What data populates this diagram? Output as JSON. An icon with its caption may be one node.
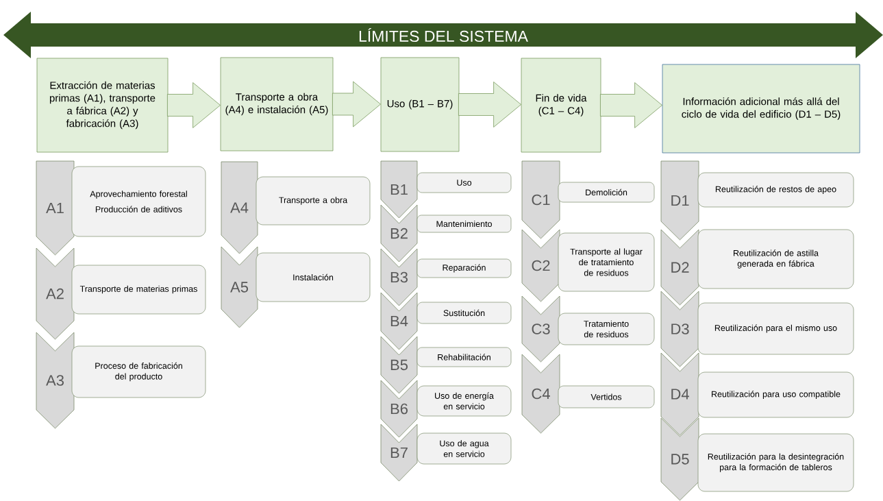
{
  "diagram": {
    "nodes": [
      {
        "text": [
          "LÍMITES DEL SISTEMA"
        ]
      },
      {
        "text": [
          "Extracción de materias primas (A1), transporte a fábrica (A2) y fabricación (A3)"
        ]
      },
      {
        "text": [
          "Transporte a obra (A4) e instalación (A5)"
        ]
      },
      {
        "text": [
          "Uso (B1 – B7)"
        ]
      },
      {
        "text": [
          "Fin de vida (C1 – C4)"
        ]
      },
      {
        "text": [
          "Información adicional más allá del ciclo de vida del edificio (D1 – D5)"
        ]
      },
      {
        "text": [
          "A1"
        ]
      },
      {
        "text": [
          "Aprovechamiento forestal",
          "Producción de aditivos"
        ]
      },
      {
        "text": [
          "A2"
        ]
      },
      {
        "text": [
          "Transporte de materias primas"
        ]
      },
      {
        "text": [
          "A3"
        ]
      },
      {
        "text": [
          "Proceso de fabricación del producto"
        ]
      },
      {
        "text": [
          "A4"
        ]
      },
      {
        "text": [
          "Transporte a obra"
        ]
      },
      {
        "text": [
          "A5"
        ]
      },
      {
        "text": [
          "Instalación"
        ]
      },
      {
        "text": [
          "B1"
        ]
      },
      {
        "text": [
          "Uso"
        ]
      },
      {
        "text": [
          "B2"
        ]
      },
      {
        "text": [
          "Mantenimiento"
        ]
      },
      {
        "text": [
          "B3"
        ]
      },
      {
        "text": [
          "Reparación"
        ]
      },
      {
        "text": [
          "B4"
        ]
      },
      {
        "text": [
          "Sustitución"
        ]
      },
      {
        "text": [
          "B5"
        ]
      },
      {
        "text": [
          "Rehabilitación"
        ]
      },
      {
        "text": [
          "B6"
        ]
      },
      {
        "text": [
          "Uso de energía en servicio"
        ]
      },
      {
        "text": [
          "B7"
        ]
      },
      {
        "text": [
          "Uso de agua en servicio"
        ]
      },
      {
        "text": [
          "C1"
        ]
      },
      {
        "text": [
          "Demolición"
        ]
      },
      {
        "text": [
          "C2"
        ]
      },
      {
        "text": [
          "Transporte al lugar de tratamiento de residuos"
        ]
      },
      {
        "text": [
          "C3"
        ]
      },
      {
        "text": [
          "Tratamiento de residuos"
        ]
      },
      {
        "text": [
          "C4"
        ]
      },
      {
        "text": [
          "Vertidos"
        ]
      },
      {
        "text": [
          "D1"
        ]
      },
      {
        "text": [
          "Reutilización de restos de apeo"
        ]
      },
      {
        "text": [
          "D2"
        ]
      },
      {
        "text": [
          "Reutilización de astilla generada en fábrica"
        ]
      },
      {
        "text": [
          "D3"
        ]
      },
      {
        "text": [
          "Reutilización para el mismo uso"
        ]
      },
      {
        "text": [
          "D4"
        ]
      },
      {
        "text": [
          "Reutilización para uso compatible"
        ]
      },
      {
        "text": [
          "D5"
        ]
      },
      {
        "text": [
          "Reutilización para la desintegración para la formación de tableros"
        ]
      }
    ],
    "edges": [
      {
        "from": 1,
        "to": 2,
        "arrow": "to"
      },
      {
        "from": 2,
        "to": 3,
        "arrow": "to"
      },
      {
        "from": 3,
        "to": 4,
        "arrow": "to"
      },
      {
        "from": 4,
        "to": 5,
        "arrow": "to"
      }
    ]
  }
}
